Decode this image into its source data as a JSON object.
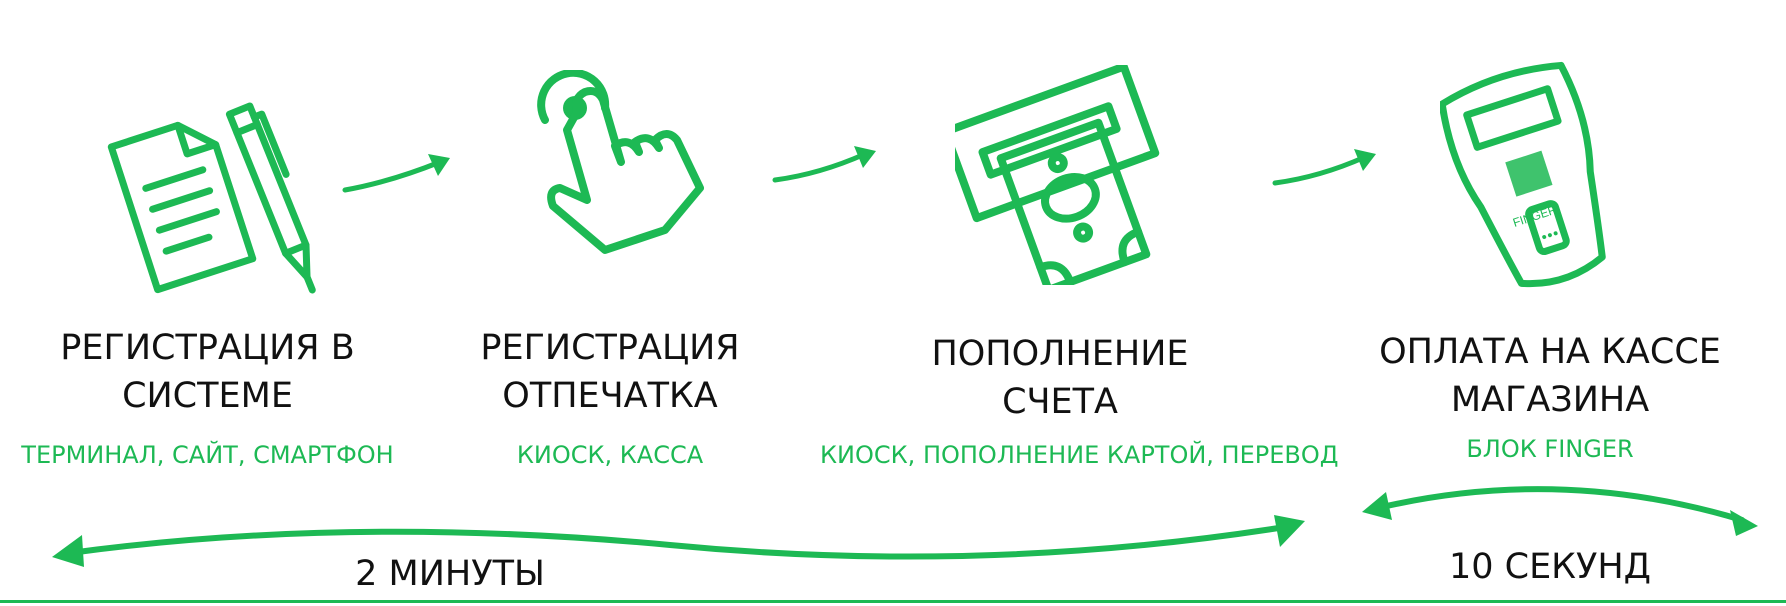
{
  "colors": {
    "accent": "#1db954",
    "subtitle": "#1db954",
    "text": "#111111"
  },
  "steps": [
    {
      "icon": "document-pen-icon",
      "title": "РЕГИСТРАЦИЯ В\nСИСТЕМЕ",
      "subtitle": "ТЕРМИНАЛ, САЙТ, СМАРТФОН"
    },
    {
      "icon": "touch-finger-icon",
      "title": "РЕГИСТРАЦИЯ\nОТПЕЧАТКА",
      "subtitle": "КИОСК, КАССА"
    },
    {
      "icon": "cash-dispenser-icon",
      "title": "ПОПОЛНЕНИЕ\nСЧЕТА",
      "subtitle": "КИОСК, ПОПОЛНЕНИЕ КАРТОЙ, ПЕРЕВОД"
    },
    {
      "icon": "finger-terminal-icon",
      "title": "ОПЛАТА НА КАССЕ\nМАГАЗИНА",
      "subtitle": "БЛОК FINGER"
    }
  ],
  "device_label": "FINGER",
  "durations": [
    {
      "label": "2 МИНУТЫ"
    },
    {
      "label": "10 СЕКУНД"
    }
  ]
}
